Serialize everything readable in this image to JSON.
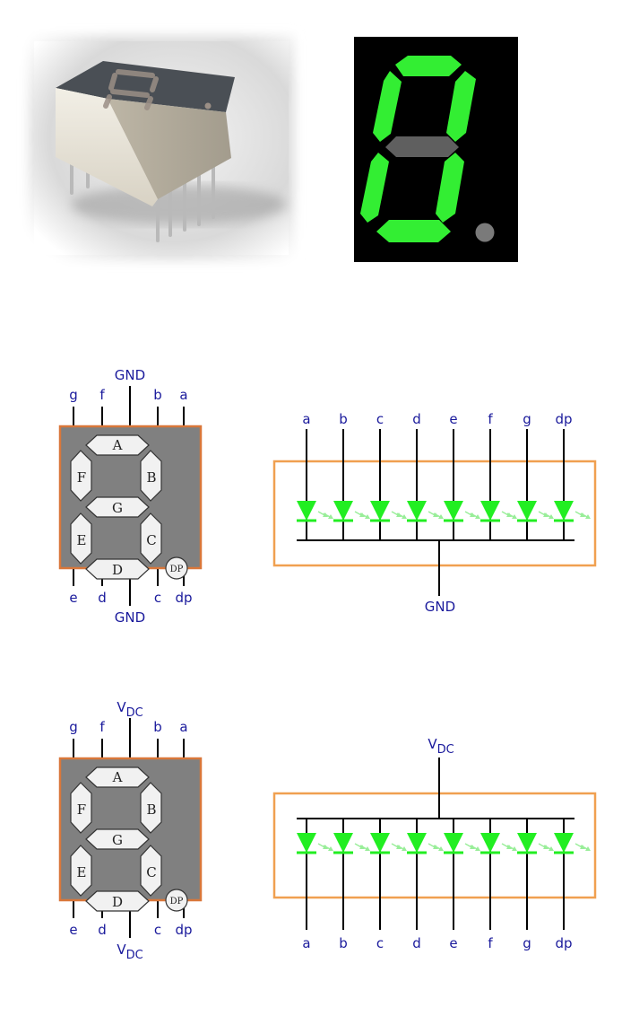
{
  "pin_labels_top": [
    "g",
    "f",
    "",
    "b",
    "a"
  ],
  "pin_labels_bottom": [
    "e",
    "d",
    "",
    "c",
    "dp"
  ],
  "segment_labels": [
    "A",
    "B",
    "C",
    "D",
    "E",
    "F",
    "G",
    "DP"
  ],
  "diode_labels": [
    "a",
    "b",
    "c",
    "d",
    "e",
    "f",
    "g",
    "dp"
  ],
  "common_cathode": {
    "common_label": "GND"
  },
  "common_anode": {
    "common_label": "V",
    "common_label_sub": "DC"
  },
  "colors": {
    "segment_on": "#33ee33",
    "segment_off": "#5f5f5f",
    "display_bg": "#000000",
    "package_fill": "#808080",
    "package_border": "#d9773a",
    "frame_border": "#f0a050",
    "label_text": "#1a1a9c",
    "diode": "#22ee22"
  }
}
